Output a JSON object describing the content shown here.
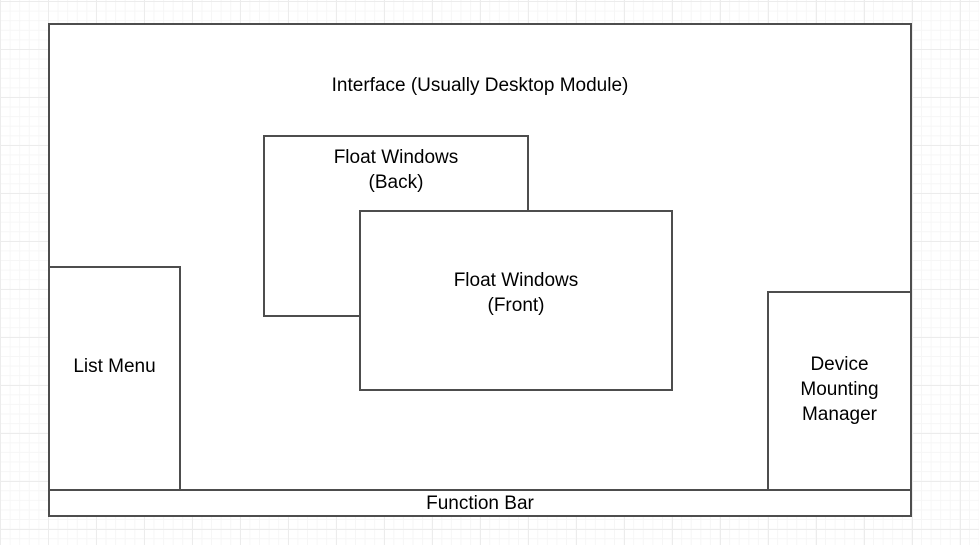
{
  "diagram": {
    "title": "Interface (Usually Desktop Module)",
    "background": "#ffffff",
    "line_color": "#4d4d4d",
    "text_color": "#000000",
    "grid": "engineering-paper-grid"
  },
  "nodes": {
    "interface_module": {
      "label": "Interface (Usually Desktop Module)"
    },
    "list_menu": {
      "label": "List Menu"
    },
    "float_window_back": {
      "label": "Float Windows\n(Back)"
    },
    "float_window_front": {
      "label": "Float Windows\n(Front)"
    },
    "device_mounting_manager": {
      "label": "Device\nMounting\nManager"
    },
    "function_bar": {
      "label": "Function Bar"
    }
  }
}
